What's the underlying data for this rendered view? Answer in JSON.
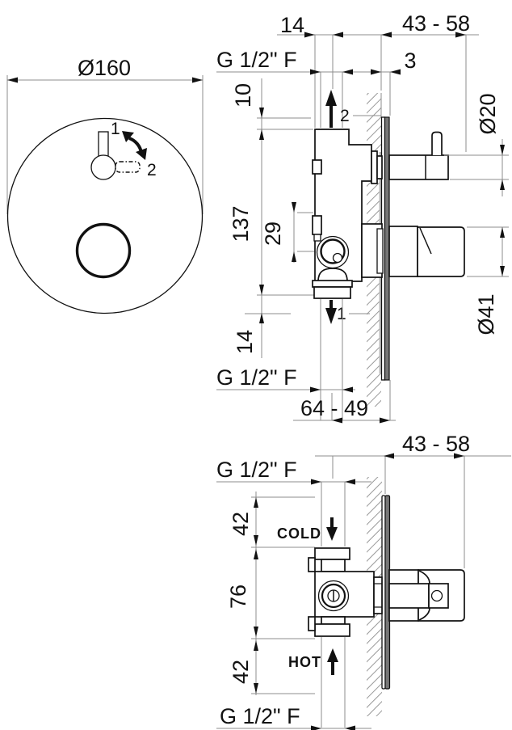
{
  "front_view": {
    "diameter": "Ø160",
    "pos1": "1",
    "pos2": "2"
  },
  "side_view": {
    "dim_offset": "14",
    "dim_depth": "43 - 58",
    "thread_top": "G 1/2\" F",
    "dim_plate": "3",
    "dim_10": "10",
    "dia_lever": "Ø20",
    "dim_137": "137",
    "dim_29": "29",
    "outlet2": "2",
    "outlet1": "1",
    "dia_knob": "Ø41",
    "dim_14": "14",
    "thread_bottom": "G 1/2\" F",
    "dim_depth_bottom": "64 - 49"
  },
  "bottom_view": {
    "dim_depth": "43 - 58",
    "thread_top": "G 1/2\" F",
    "dim_42_top": "42",
    "cold": "COLD",
    "dim_76": "76",
    "hot": "HOT",
    "dim_42_bottom": "42",
    "thread_bottom": "G 1/2\" F"
  }
}
